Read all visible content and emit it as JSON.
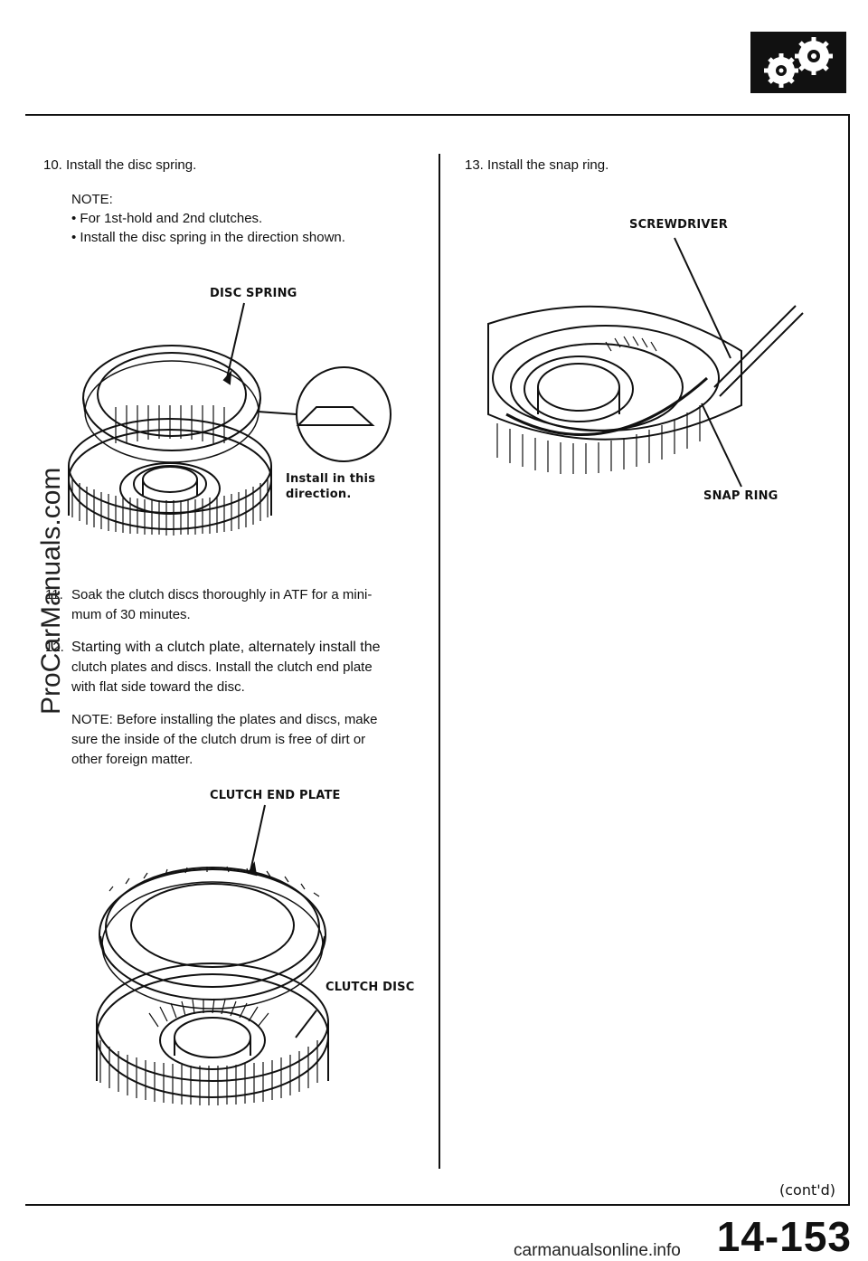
{
  "steps": {
    "s10": {
      "text": "10.  Install the disc spring."
    },
    "s10_note_label": "NOTE:",
    "s10_note_items": [
      "•  For 1st-hold and 2nd clutches.",
      "•  Install the disc spring in the direction shown."
    ],
    "s11": {
      "num": "11.",
      "line1": "Soak the clutch discs thoroughly in ATF for a mini-",
      "line2": "mum of 30 minutes."
    },
    "s12": {
      "num": "12.",
      "line1": "Starting with a clutch plate, alternately install the",
      "line2": "clutch plates and discs. Install the clutch end plate",
      "line3": "with flat side toward the disc."
    },
    "s12_note": {
      "line1": "NOTE: Before installing the plates and discs, make",
      "line2": "sure the inside of the clutch drum is free of dirt or",
      "line3": "other foreign matter."
    },
    "s13": {
      "text": "13.  Install the snap ring."
    }
  },
  "figures": {
    "disc_spring": {
      "label": "DISC SPRING",
      "direction_line1": "Install in this",
      "direction_line2": "direction."
    },
    "end_plate": {
      "label": "CLUTCH END PLATE",
      "disc_label": "CLUTCH DISC"
    },
    "snap_ring": {
      "screwdriver_label": "SCREWDRIVER",
      "snap_ring_label": "SNAP RING"
    }
  },
  "footer": {
    "contd": "(cont'd)",
    "page_number": "14-153"
  },
  "watermarks": {
    "side": "ProCarManuals.com",
    "bottom": "carmanualsonline.info"
  },
  "icon": "gears-icon"
}
